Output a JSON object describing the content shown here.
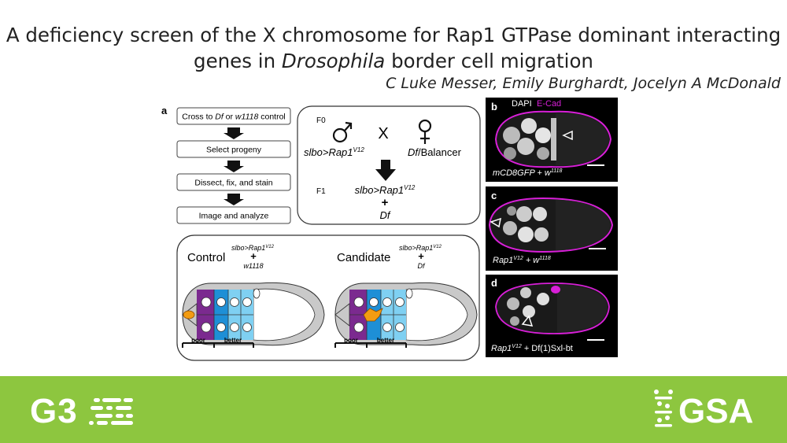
{
  "title": {
    "line1": "A deficiency screen of the X chromosome for Rap1 GTPase dominant interacting",
    "line2_pre": "genes in ",
    "line2_italic": "Drosophila",
    "line2_post": " border cell migration"
  },
  "authors": "C Luke Messer, Emily Burghardt, Jocelyn A McDonald",
  "panel_a": {
    "letter": "a",
    "steps": [
      {
        "pre": "Cross to ",
        "it1": "Df",
        "mid": " or ",
        "it2": "w1118",
        "post": " control"
      },
      {
        "text": "Select progeny"
      },
      {
        "text": "Dissect, fix, and stain"
      },
      {
        "text": "Image and analyze"
      }
    ],
    "cross": {
      "f0": "F0",
      "f1": "F1",
      "male_label": "slbo>Rap1",
      "male_sup": "V12",
      "female_label_italic": "Df",
      "female_label_rest": "/Balancer",
      "x_symbol": "X",
      "f1_label": "slbo>Rap1",
      "f1_sup": "V12",
      "plus": "+",
      "f1_df": "Df"
    },
    "control": {
      "label": "Control",
      "geno1": "slbo>Rap1",
      "geno1_sup": "V12",
      "plus": "+",
      "geno2": "w1118",
      "poor": "poor",
      "better": "better"
    },
    "candidate": {
      "label": "Candidate",
      "geno1": "slbo>Rap1",
      "geno1_sup": "V12",
      "plus": "+",
      "geno2": "Df",
      "poor": "poor",
      "better": "better"
    }
  },
  "panel_b": {
    "letter": "b",
    "stain1": "DAPI",
    "stain2": "E-Cad",
    "geno": "mCD8GFP + w",
    "geno_sup": "1118"
  },
  "panel_c": {
    "letter": "c",
    "geno": "Rap1",
    "geno_sup": "V12",
    "geno_rest": " + w",
    "geno_sup2": "1118"
  },
  "panel_d": {
    "letter": "d",
    "geno": "Rap1",
    "geno_sup": "V12",
    "geno_rest": " + Df(1)Sxl-bt"
  },
  "footer": {
    "left_logo": "G3",
    "right_logo": "GSA"
  },
  "colors": {
    "footer_green": "#8dc63f",
    "magenta": "#d81fd8",
    "purple": "#7b2a8f",
    "blue_dark": "#1e8fd6",
    "blue_light": "#7fd0f2",
    "orange": "#f39c12"
  }
}
